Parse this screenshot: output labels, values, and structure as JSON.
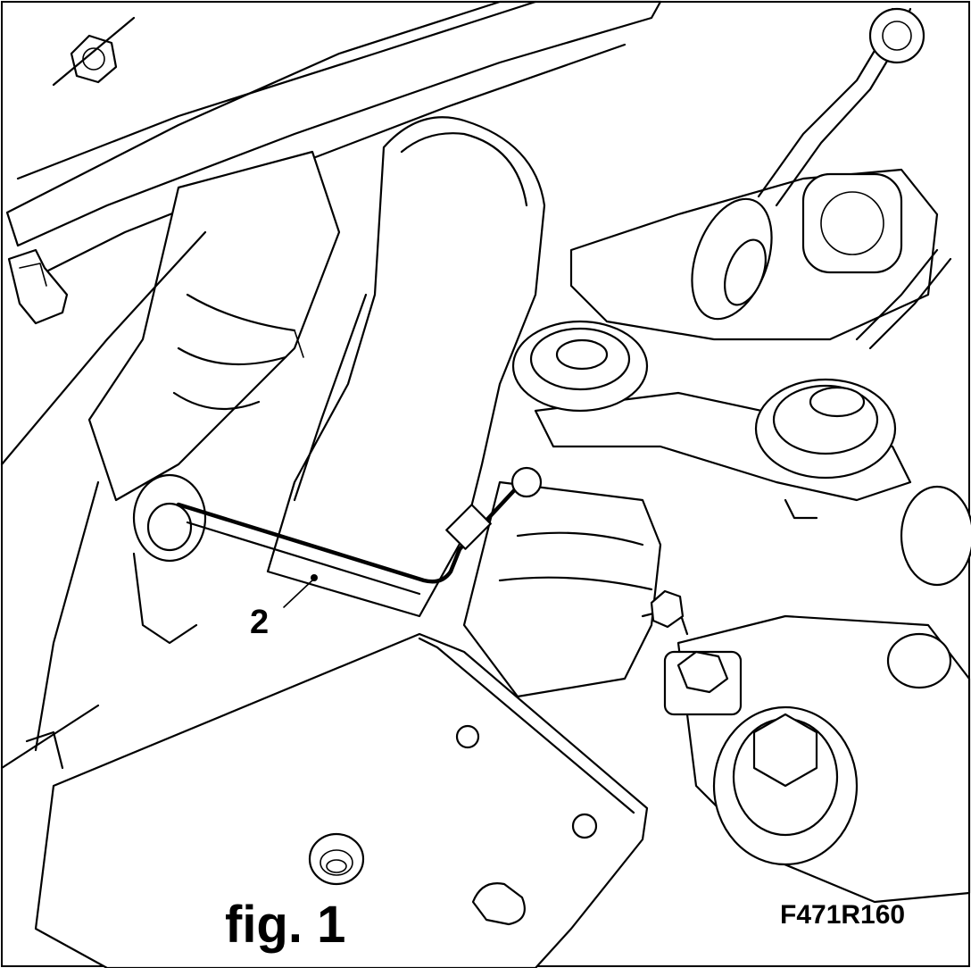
{
  "diagram": {
    "callouts": [
      {
        "id": "2",
        "label": "2"
      }
    ],
    "figure_label": "fig. 1",
    "reference_code": "F471R160"
  }
}
